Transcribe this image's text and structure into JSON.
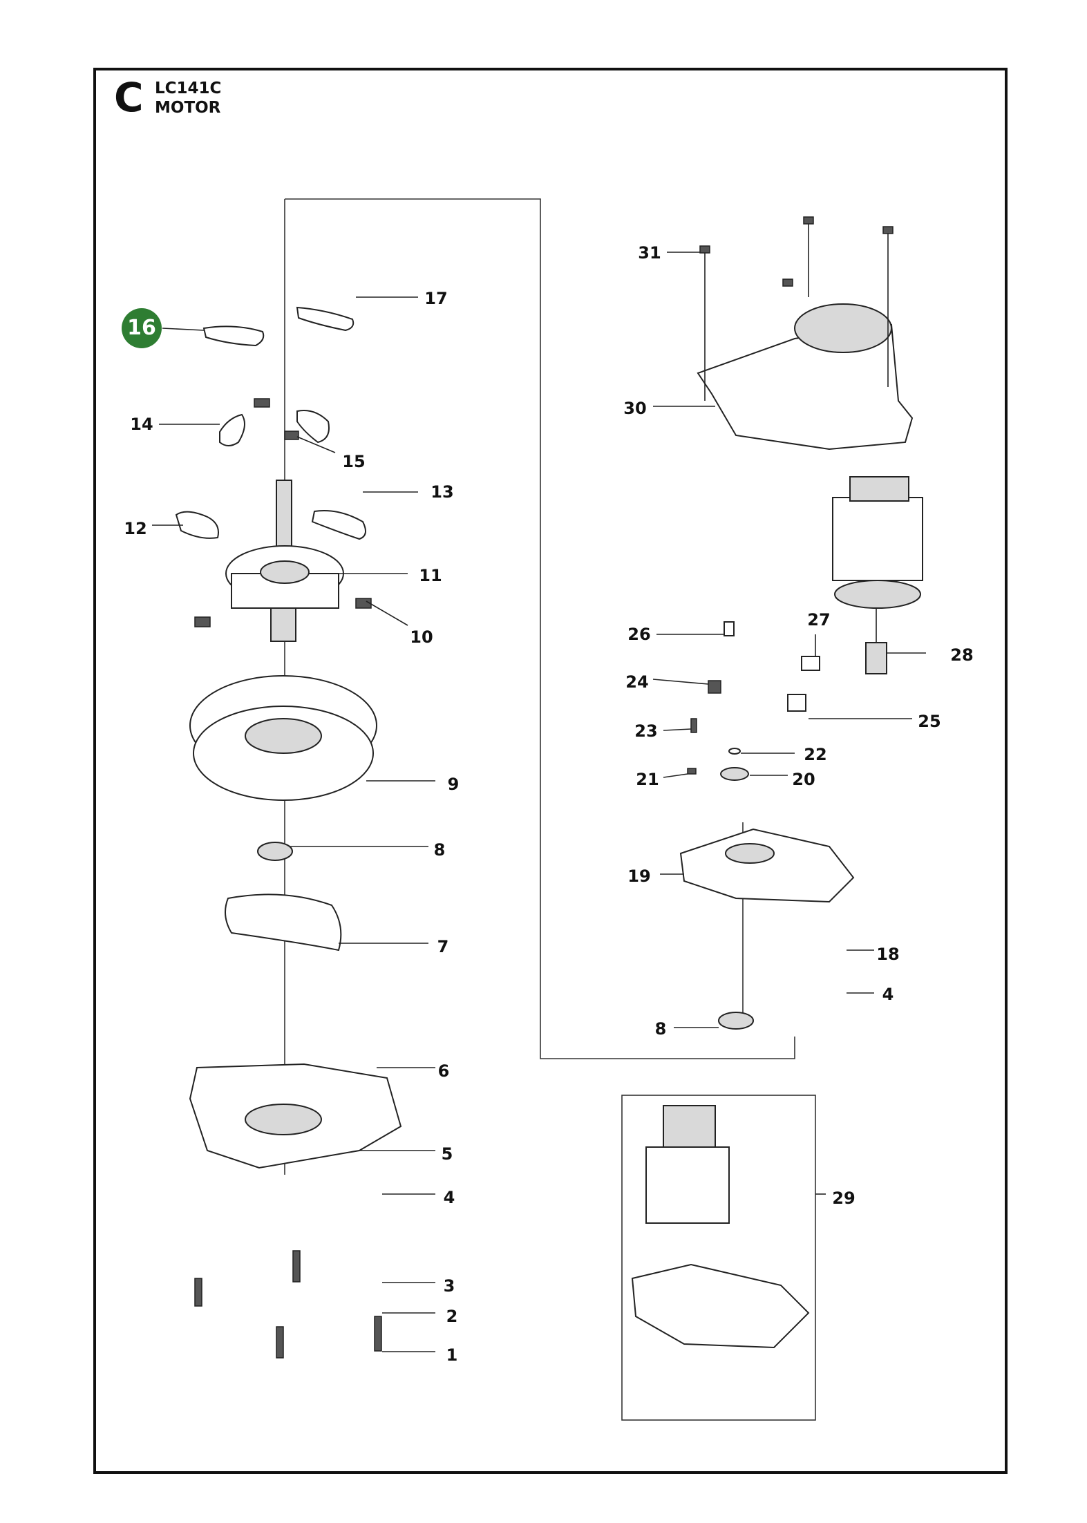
{
  "header": {
    "section_letter": "C",
    "model": "LC141C",
    "title": "MOTOR"
  },
  "callouts": [
    {
      "num": "1"
    },
    {
      "num": "2"
    },
    {
      "num": "3"
    },
    {
      "num": "4"
    },
    {
      "num": "5"
    },
    {
      "num": "6"
    },
    {
      "num": "7"
    },
    {
      "num": "8"
    },
    {
      "num": "9"
    },
    {
      "num": "10"
    },
    {
      "num": "11"
    },
    {
      "num": "12"
    },
    {
      "num": "13"
    },
    {
      "num": "14"
    },
    {
      "num": "15"
    },
    {
      "num": "16",
      "highlight": true
    },
    {
      "num": "17"
    },
    {
      "num": "18"
    },
    {
      "num": "19"
    },
    {
      "num": "20"
    },
    {
      "num": "21"
    },
    {
      "num": "22"
    },
    {
      "num": "23"
    },
    {
      "num": "24"
    },
    {
      "num": "25"
    },
    {
      "num": "26"
    },
    {
      "num": "27"
    },
    {
      "num": "28"
    },
    {
      "num": "29"
    },
    {
      "num": "30"
    },
    {
      "num": "31"
    },
    {
      "num": "4"
    },
    {
      "num": "8"
    }
  ],
  "colors": {
    "highlight": "#2e7d32",
    "ink": "#111111"
  }
}
